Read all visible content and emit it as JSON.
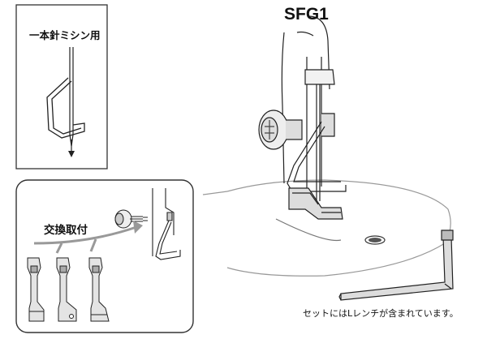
{
  "title": "SFG1",
  "single_needle_panel": {
    "label": "一本針ミシン用"
  },
  "exchange_panel": {
    "label": "交換取付"
  },
  "wrench_note": "セットにはLレンチが含まれています。",
  "colors": {
    "line": "#222222",
    "panel_border": "#333333",
    "arrow_fill": "#999999",
    "metal_light": "#dddddd",
    "metal_mid": "#bbbbbb"
  },
  "icons": [
    "needle-icon",
    "arrow-down-icon",
    "presser-foot-icon",
    "knob-screw-icon",
    "l-wrench-icon",
    "curved-arrow-icon"
  ]
}
